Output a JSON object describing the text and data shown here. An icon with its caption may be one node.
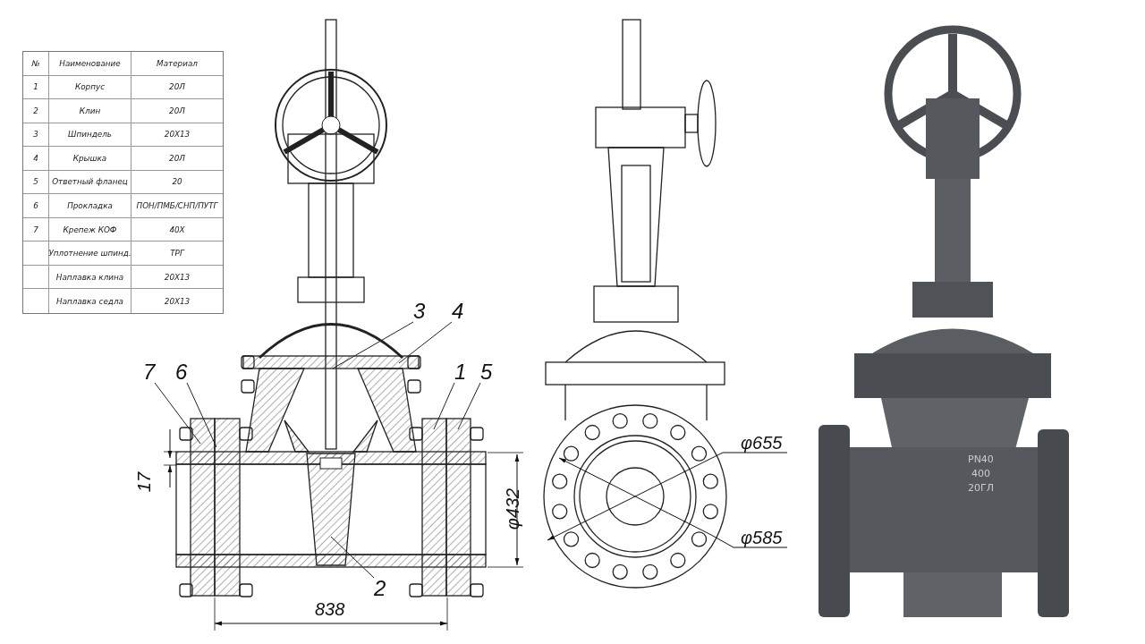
{
  "diagram": {
    "nodes": [
      {
        "text": [
          "3"
        ]
      },
      {
        "text": [
          "4"
        ]
      },
      {
        "text": [
          "7"
        ]
      },
      {
        "text": [
          "6"
        ]
      },
      {
        "text": [
          "1"
        ]
      },
      {
        "text": [
          "5"
        ]
      },
      {
        "text": [
          "2"
        ]
      }
    ],
    "edges": [
      {
        "from": 0,
        "to": null,
        "arrow": "none"
      },
      {
        "from": 1,
        "to": null,
        "arrow": "none"
      },
      {
        "from": 2,
        "to": null,
        "arrow": "none"
      },
      {
        "from": 3,
        "to": null,
        "arrow": "none"
      },
      {
        "from": 4,
        "to": null,
        "arrow": "none"
      },
      {
        "from": 5,
        "to": null,
        "arrow": "none"
      },
      {
        "from": 6,
        "to": null,
        "arrow": "none"
      }
    ],
    "labels": [
      "№",
      "Наименование",
      "Материал",
      "1",
      "Корпус",
      "20Л",
      "2",
      "Клин",
      "20Л",
      "3",
      "Шпиндель",
      "20Х13",
      "4",
      "Крышка",
      "20Л",
      "5",
      "Ответный фланец",
      "20",
      "6",
      "Прокладка",
      "ПОН/ПМБ/СНП/ПУТГ",
      "7",
      "Крепеж КОФ",
      "40Х",
      "Уплотнение шпинд.",
      "ТРГ",
      "Наплавка клина",
      "20Х13",
      "Наплавка седла",
      "20Х13",
      "17",
      "φ432",
      "838",
      "φ655",
      "φ585",
      "PN40",
      "400",
      "20ГЛ"
    ]
  }
}
